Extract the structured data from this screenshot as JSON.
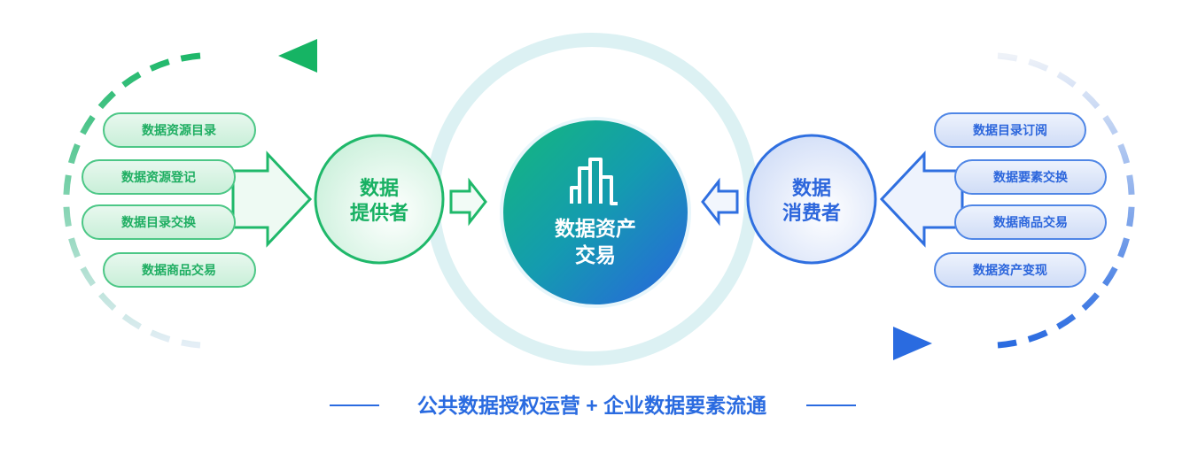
{
  "center": {
    "line1": "数据资产",
    "line2": "交易"
  },
  "provider": {
    "line1": "数据",
    "line2": "提供者"
  },
  "consumer": {
    "line1": "数据",
    "line2": "消费者"
  },
  "provider_items": [
    "数据资源目录",
    "数据资源登记",
    "数据目录交换",
    "数据商品交易"
  ],
  "consumer_items": [
    "数据目录订阅",
    "数据要素交换",
    "数据商品交易",
    "数据资产变现"
  ],
  "caption": "公共数据授权运营 + 企业数据要素流通",
  "colors": {
    "green": "#1fb86a",
    "blue": "#2f6fe0",
    "ring": "#d8f0f2"
  }
}
